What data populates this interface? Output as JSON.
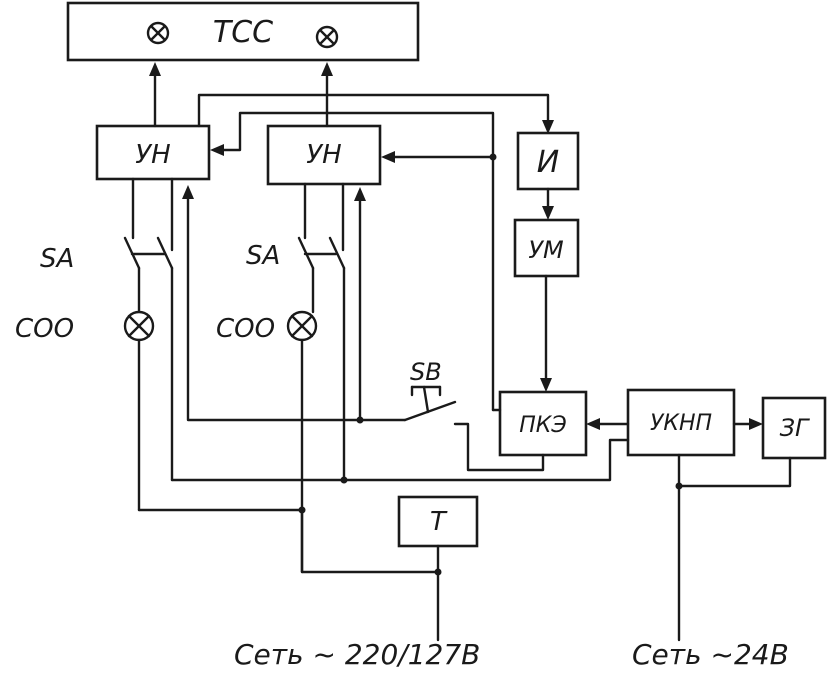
{
  "blocks": {
    "tss": "ТСС",
    "un": "УН",
    "i": "И",
    "um": "УМ",
    "pke": "ПКЭ",
    "uknp": "УКНП",
    "zg": "ЗГ",
    "t": "Т"
  },
  "labels": {
    "sa": "SA",
    "soo": "СОО",
    "sb": "SB",
    "mains_220": "Сеть ~ 220/127В",
    "mains_24": "Сеть ~24В"
  }
}
